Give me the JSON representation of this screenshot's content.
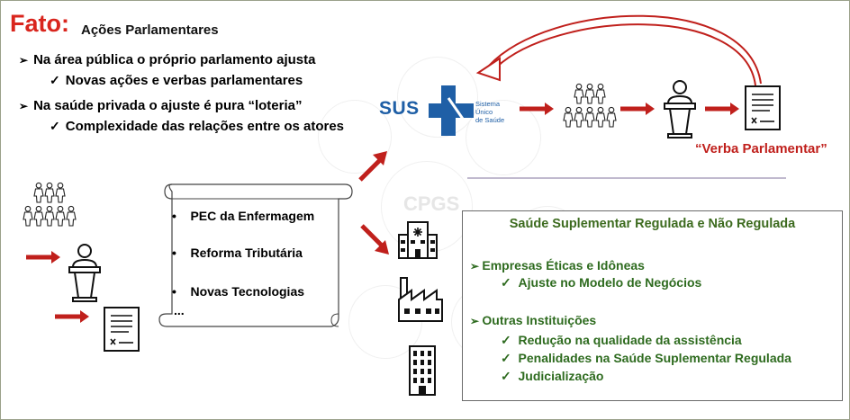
{
  "header": {
    "fato": "Fato:",
    "subtitle": "Ações Parlamentares"
  },
  "bullets": [
    {
      "text": "Na área pública o próprio parlamento ajusta",
      "sub": "Novas ações e verbas parlamentares"
    },
    {
      "text": "Na saúde privada o ajuste é pura “loteria”",
      "sub": "Complexidade das relações entre os atores"
    }
  ],
  "scroll": {
    "items": [
      "PEC da Enfermagem",
      "Reforma Tributária",
      "Novas Tecnologias"
    ],
    "ellipsis": "..."
  },
  "sus": {
    "word": "SUS",
    "line1": "Sistema",
    "line2": "Único",
    "line3": "de Saúde"
  },
  "verba": "“Verba Parlamentar”",
  "watermark": "CPGS",
  "box": {
    "title": "Saúde Suplementar Regulada e Não Regulada",
    "group1": "Empresas Éticas e Idôneas",
    "group1_items": [
      "Ajuste no Modelo de Negócios"
    ],
    "group2": "Outras Instituições",
    "group2_items": [
      "Redução na qualidade da assistência",
      "Penalidades na Saúde Suplementar Regulada",
      "Judicialização"
    ]
  },
  "colors": {
    "arrow_red": "#c0201c",
    "title_red": "#d9251d",
    "green_text": "#2e6b1f",
    "sus_blue": "#1f5fa6"
  },
  "icons": [
    "people-group-icon",
    "speaker-podium-icon",
    "document-signature-icon",
    "hospital-icon",
    "factory-icon",
    "office-building-icon",
    "scroll-icon",
    "curved-arrow-icon"
  ]
}
